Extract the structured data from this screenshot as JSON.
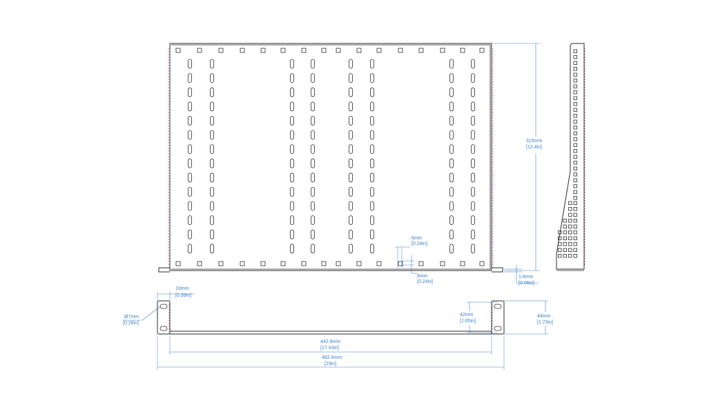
{
  "dimensions": {
    "depth": {
      "mm": "315mm",
      "in": "[12.4in]"
    },
    "slot_width": {
      "mm": "6mm",
      "in": "[0.24in]"
    },
    "hole_size": {
      "mm": "6mm",
      "in": "[0.24in]"
    },
    "thickness": {
      "mm": "1.6mm",
      "in": "[0.06in]"
    },
    "ear_width": {
      "mm": "10mm",
      "in": "[0.39in]"
    },
    "mount_hole": {
      "mm": "Ø7mm",
      "in": "[0.28in]"
    },
    "hole_spacing": {
      "mm": "42mm",
      "in": "[1.65in]"
    },
    "height": {
      "mm": "44mm",
      "in": "[1.73in]"
    },
    "inner_width": {
      "mm": "442.8mm",
      "in": "[17.43in]"
    },
    "total_width": {
      "mm": "482.6mm",
      "in": "[19in]"
    }
  },
  "colors": {
    "line": "#2a2a2a",
    "dimension": "#3b7fc6",
    "edge": "#b21e8c",
    "background": "#ffffff"
  }
}
